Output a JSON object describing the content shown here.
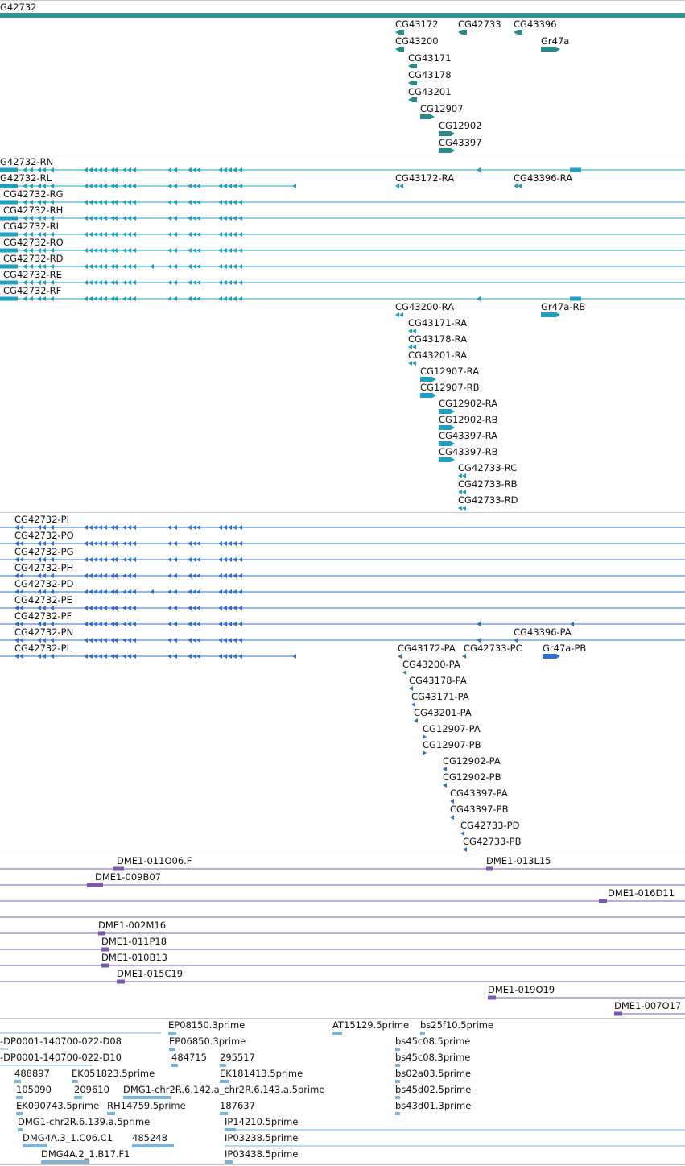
{
  "colors": {
    "gene": "#2a8a8a",
    "gene_top": "#3a9090",
    "transcript_a": "#1fa0c0",
    "transcript_b": "#2f6fcf",
    "bac": "#7a58b0",
    "est": "#78b4dc",
    "separator": "#c8c8c8"
  },
  "tracks": {
    "genes": {
      "labels": [
        "G42732",
        "CG43172",
        "CG42733",
        "CG43396",
        "CG43200",
        "Gr47a",
        "CG43171",
        "CG43178",
        "CG43201",
        "CG12907",
        "CG12902",
        "CG43397"
      ]
    },
    "transcripts_a": {
      "labels": [
        "G42732-RN",
        "G42732-RL",
        "CG43172-RA",
        "CG43396-RA",
        "CG42732-RG",
        "CG42732-RH",
        "CG42732-RI",
        "CG42732-RO",
        "CG42732-RD",
        "CG42732-RE",
        "CG42732-RF",
        "CG43200-RA",
        "Gr47a-RB",
        "CG43171-RA",
        "CG43178-RA",
        "CG43201-RA",
        "CG12907-RA",
        "CG12907-RB",
        "CG12902-RA",
        "CG12902-RB",
        "CG43397-RA",
        "CG43397-RB",
        "CG42733-RC",
        "CG42733-RB",
        "CG42733-RD"
      ]
    },
    "transcripts_b": {
      "labels": [
        "CG42732-PI",
        "CG42732-PO",
        "CG42732-PG",
        "CG42732-PH",
        "CG42732-PD",
        "CG42732-PE",
        "CG42732-PF",
        "CG42732-PN",
        "CG43396-PA",
        "CG42732-PL",
        "CG43172-PA",
        "CG42733-PC",
        "Gr47a-PB",
        "CG43200-PA",
        "CG43178-PA",
        "CG43171-PA",
        "CG43201-PA",
        "CG12907-PA",
        "CG12907-PB",
        "CG12902-PA",
        "CG12902-PB",
        "CG43397-PA",
        "CG43397-PB",
        "CG42733-PD",
        "CG42733-PB"
      ]
    },
    "bac": {
      "labels": [
        "DME1-011O06.F",
        "DME1-013L15",
        "DME1-009B07",
        "DME1-016D11",
        "DME1-002M16",
        "DME1-011P18",
        "DME1-010B13",
        "DME1-015C19",
        "DME1-019O19",
        "DME1-007O17"
      ]
    },
    "est": {
      "labels": [
        "EP08150.3prime",
        "AT15129.5prime",
        "bs25f10.5prime",
        "-DP0001-140700-022-D08",
        "EP06850.3prime",
        "bs45c08.5prime",
        "-DP0001-140700-022-D10",
        "484715",
        "295517",
        "bs45c08.3prime",
        "488897",
        "EK051823.5prime",
        "EK181413.5prime",
        "bs02a03.5prime",
        "105090",
        "209610",
        "DMG1-chr2R.6.142.a_chr2R.6.143.a.5prime",
        "bs45d02.5prime",
        "EK090743.5prime",
        "RH14759.5prime",
        "187637",
        "bs43d01.3prime",
        "DMG1-chr2R.6.139.a.5prime",
        "IP14210.5prime",
        "DMG4A.3_1.C06.C1",
        "485248",
        "IP03238.5prime",
        "DMG4A.2_1.B17.F1",
        "IP03438.5prime"
      ]
    }
  }
}
